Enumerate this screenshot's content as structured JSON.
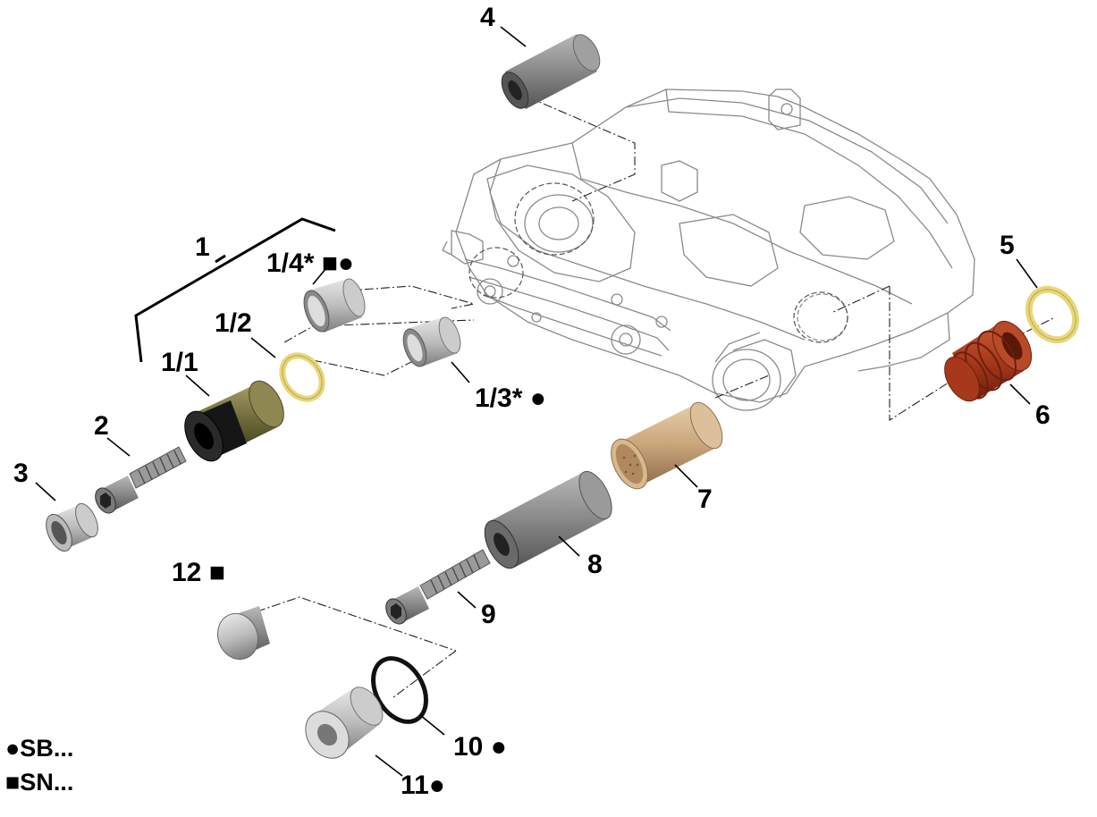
{
  "labels": {
    "l1": "1",
    "l1_4": "1/4* ■●",
    "l1_2": "1/2",
    "l1_1": "1/1",
    "l1_3": "1/3* ●",
    "l2": "2",
    "l3": "3",
    "l4": "4",
    "l5": "5",
    "l6": "6",
    "l7": "7",
    "l8": "8",
    "l9": "9",
    "l10": "10 ●",
    "l11": "11●",
    "l12": "12 ■"
  },
  "legend": {
    "sb": "●SB...",
    "sn": "■SN..."
  },
  "colors": {
    "seal_red": "#a8381c",
    "washer_yellow": "#e8d77a",
    "bushing_bronze": "#c9a57a",
    "sleeve_olive": "#6f6a3a",
    "steel_grey": "#8a8a8a"
  }
}
